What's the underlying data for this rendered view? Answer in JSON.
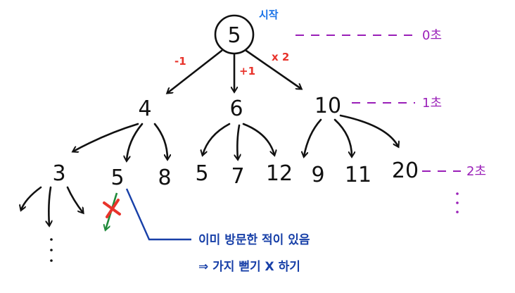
{
  "root": {
    "value": "5",
    "start_label": "시작"
  },
  "operations": {
    "minus": "-1",
    "plus": "+1",
    "times": "x 2"
  },
  "level1": [
    "4",
    "6",
    "10"
  ],
  "level2": [
    "3",
    "5",
    "8",
    "5",
    "7",
    "12",
    "9",
    "11",
    "20"
  ],
  "time_labels": [
    "0초",
    "1초",
    "2초"
  ],
  "note": {
    "line1": "이미 방문한 적이 있음",
    "line2": "⇒ 가지 뻗기 X 하기"
  },
  "colors": {
    "ink": "#111111",
    "ops": "#e8332b",
    "time": "#9a1fb8",
    "start": "#1a73e8",
    "note": "#1840a8",
    "pruned_arrow": "#1f8a3a",
    "cross": "#e8332b"
  }
}
